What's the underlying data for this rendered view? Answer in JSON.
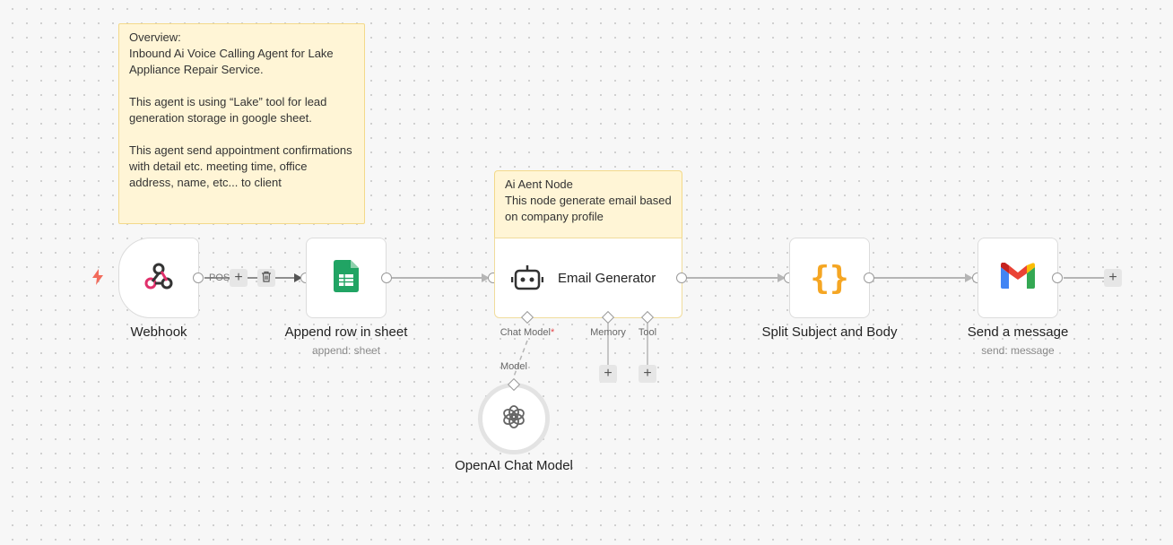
{
  "sticky_overview": {
    "text": "Overview:\nInbound Ai Voice Calling Agent for Lake Appliance Repair Service.\n\nThis agent is using “Lake” tool for lead generation storage in google sheet.\n\nThis agent send appointment confirmations with detail etc. meeting time, office address, name, etc... to client"
  },
  "sticky_agent": {
    "text": "Ai Aent Node\nThis node generate email based on company profile"
  },
  "nodes": {
    "webhook": {
      "label": "Webhook"
    },
    "sheet": {
      "label": "Append row in sheet",
      "sub": "append: sheet"
    },
    "agent": {
      "label": "Email Generator"
    },
    "split": {
      "label": "Split Subject and Body"
    },
    "gmail": {
      "label": "Send a message",
      "sub": "send: message"
    },
    "openai": {
      "label": "OpenAI Chat Model"
    }
  },
  "connection": {
    "webhook_method": "POS"
  },
  "agent_inputs": {
    "chat_model": "Chat Model",
    "chat_model_required": "*",
    "memory": "Memory",
    "tool": "Tool",
    "model": "Model"
  },
  "buttons": {
    "plus": "+"
  },
  "colors": {
    "sticky_bg": "#fff5d6",
    "webhook_pink": "#e0306b",
    "sheets_green": "#21a464",
    "code_orange": "#f5a623",
    "trigger_bolt": "#f26b5b"
  }
}
